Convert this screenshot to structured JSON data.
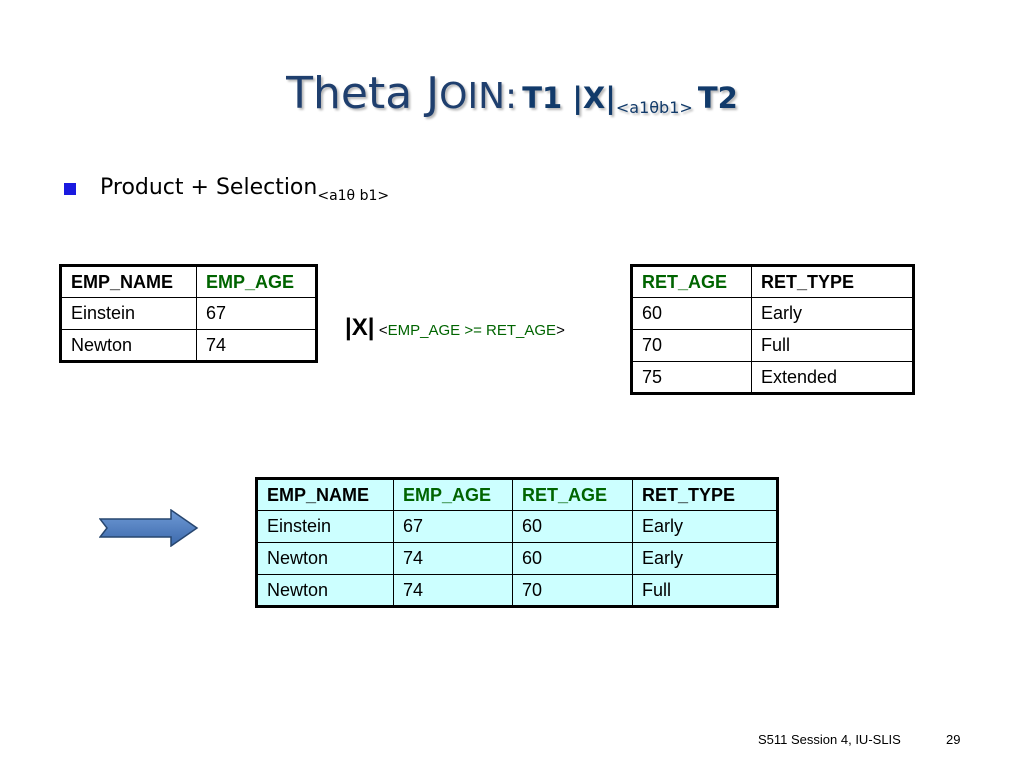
{
  "slide": {
    "title": {
      "main": "Theta J",
      "main_caps": "OIN:",
      "expr_left": "T1 |X|",
      "expr_sub": "<a1θb1>",
      "expr_right": "T2"
    },
    "bullet": {
      "text": "Product + Selection",
      "sub": "<a1θ b1>"
    },
    "join_operator": {
      "symbol": "|X|",
      "cond_open": "<",
      "condition": "EMP_AGE >= RET_AGE",
      "cond_close": ">"
    },
    "table_emp": {
      "headers": [
        "EMP_NAME",
        "EMP_AGE"
      ],
      "rows": [
        [
          "Einstein",
          "67"
        ],
        [
          "Newton",
          "74"
        ]
      ]
    },
    "table_ret": {
      "headers": [
        "RET_AGE",
        "RET_TYPE"
      ],
      "rows": [
        [
          "60",
          "Early"
        ],
        [
          "70",
          "Full"
        ],
        [
          "75",
          "Extended"
        ]
      ]
    },
    "table_result": {
      "headers": [
        "EMP_NAME",
        "EMP_AGE",
        "RET_AGE",
        "RET_TYPE"
      ],
      "rows": [
        [
          "Einstein",
          "67",
          "60",
          "Early"
        ],
        [
          "Newton",
          "74",
          "60",
          "Early"
        ],
        [
          "Newton",
          "74",
          "70",
          "Full"
        ]
      ]
    },
    "footer": {
      "session": "S511 Session 4, IU-SLIS",
      "page": "29"
    },
    "colors": {
      "title": "#1f3f6e",
      "green_header": "#006400",
      "bullet": "#1a1ae0",
      "result_fill": "#ccffff",
      "arrow_fill": "#4f81bd"
    },
    "icons": [
      "bullet-square-icon",
      "right-arrow-icon"
    ]
  }
}
